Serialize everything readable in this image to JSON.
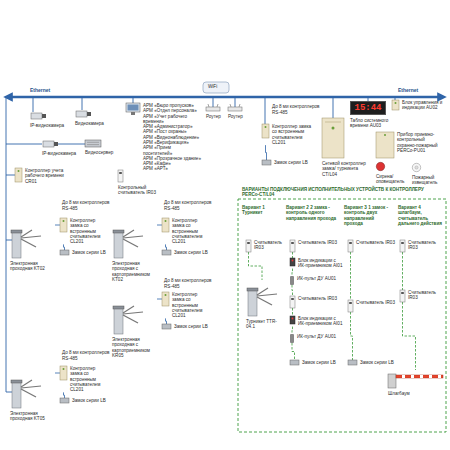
{
  "diagram": {
    "nodes": [
      {
        "text": [
          "IP-видеокамера"
        ]
      },
      {
        "text": [
          "Видеокамера"
        ]
      },
      {
        "text": [
          "IP-видеокамера"
        ]
      },
      {
        "text": [
          "Видеосервер"
        ]
      },
      {
        "text": [
          "Контроллер учета рабочего времени CR01"
        ]
      },
      {
        "text": [
          "АРМ «Бюро пропусков»",
          "АРМ «Отдел персонала»",
          "АРМ «Учет рабочего времени»",
          "АРМ «Администратор»",
          "АРМ «Пост охраны»",
          "АРМ «Видеонаблюдение»",
          "АРМ «Верификация»",
          "АРМ «Прием посетителей»",
          "АРМ «Прозрачное здание»",
          "АРМ «Кафе»",
          "АРМ «АРТ»"
        ]
      },
      {
        "text": [
          "Роутер"
        ]
      },
      {
        "text": [
          "Роутер"
        ]
      },
      {
        "text": [
          "Контрольный считыватель IR03"
        ]
      },
      {
        "text": [
          "Электронная проходная KT02"
        ]
      },
      {
        "text": [
          "Контроллер замка со встроенным считывателем CL201"
        ]
      },
      {
        "text": [
          "Замок серии LB"
        ]
      },
      {
        "text": [
          "Электронная проходная с картоприемником KT02"
        ]
      },
      {
        "text": [
          "Контроллер замка со встроенным считывателем CL201"
        ]
      },
      {
        "text": [
          "Замок серии LB"
        ]
      },
      {
        "text": [
          "Электронная проходная с картоприемником KR05"
        ]
      },
      {
        "text": [
          "Контроллер замка со встроенным считывателем CL201"
        ]
      },
      {
        "text": [
          "Замок серии LB"
        ]
      },
      {
        "text": [
          "Электронная проходная KT05"
        ]
      },
      {
        "text": [
          "Контроллер замка со встроенным считывателем CL201"
        ]
      },
      {
        "text": [
          "Замок серии LB"
        ]
      },
      {
        "text": [
          "Контроллер замка со встроенным считывателем CL201"
        ]
      },
      {
        "text": [
          "Замок серии LB"
        ]
      },
      {
        "text": [
          "Сетевой контроллер замка/ турникета CT/L04"
        ]
      },
      {
        "text": [
          "15:44",
          "Табло системного времени AU03"
        ]
      },
      {
        "text": [
          "Блок управления и индикации AU02"
        ]
      },
      {
        "text": [
          "Прибор приемно-контрольный охранно-пожарный PERCo-PU01"
        ]
      },
      {
        "text": [
          "Сирена/ оповещатель"
        ]
      },
      {
        "text": [
          "Пожарный извещатель"
        ]
      },
      {
        "text": [
          "Считыватель IR03"
        ]
      },
      {
        "text": [
          "Турникет TTR-04.1"
        ]
      },
      {
        "text": [
          "Считыватель IR03"
        ]
      },
      {
        "text": [
          "Блок индикации с ИК-приемником AI01"
        ]
      },
      {
        "text": [
          "ИК-пульт ДУ AU01"
        ]
      },
      {
        "text": [
          "Считыватель IR03"
        ]
      },
      {
        "text": [
          "Блок индикации с ИК-приемником AI01"
        ]
      },
      {
        "text": [
          "ИК-пульт ДУ AU01"
        ]
      },
      {
        "text": [
          "Замок серии LB"
        ]
      },
      {
        "text": [
          "Считыватель IR03"
        ]
      },
      {
        "text": [
          "Считыватель IR03"
        ]
      },
      {
        "text": [
          "Замок серии LB"
        ]
      },
      {
        "text": [
          "Считыватель IR03"
        ]
      },
      {
        "text": [
          "Считыватель IR03"
        ]
      },
      {
        "text": [
          "Шлагбаум"
        ]
      }
    ],
    "edges": [
      {
        "from": 9,
        "to": 10,
        "arrow": "none"
      },
      {
        "from": 10,
        "to": 11,
        "arrow": "none"
      },
      {
        "from": 12,
        "to": 13,
        "arrow": "none"
      },
      {
        "from": 13,
        "to": 14,
        "arrow": "none"
      },
      {
        "from": 15,
        "to": 16,
        "arrow": "none"
      },
      {
        "from": 16,
        "to": 17,
        "arrow": "none"
      },
      {
        "from": 18,
        "to": 19,
        "arrow": "none"
      },
      {
        "from": 19,
        "to": 20,
        "arrow": "none"
      },
      {
        "from": 21,
        "to": 22,
        "arrow": "none"
      },
      {
        "from": 29,
        "to": 30,
        "arrow": "none"
      },
      {
        "from": 31,
        "to": 32,
        "arrow": "none"
      },
      {
        "from": 32,
        "to": 33,
        "arrow": "none"
      },
      {
        "from": 33,
        "to": 34,
        "arrow": "none"
      },
      {
        "from": 34,
        "to": 35,
        "arrow": "none"
      },
      {
        "from": 35,
        "to": 36,
        "arrow": "none"
      },
      {
        "from": 36,
        "to": 37,
        "arrow": "none"
      },
      {
        "from": 38,
        "to": 39,
        "arrow": "none"
      },
      {
        "from": 39,
        "to": 40,
        "arrow": "none"
      },
      {
        "from": 41,
        "to": 42,
        "arrow": "none"
      },
      {
        "from": 42,
        "to": 43,
        "arrow": "none"
      }
    ],
    "labels": [
      "Ethernet",
      "WiFi",
      "Ethernet",
      "До 8 ми контроллеров",
      "RS-485",
      "До 8 ми контроллеров",
      "RS-485",
      "До 8 ми контроллеров",
      "RS-485",
      "До 8 ми контроллеров",
      "RS-485",
      "До 8 ми контроллеров",
      "RS-485",
      "ВАРИАНТЫ ПОДКЛЮЧЕНИЯ ИСПОЛНИТЕЛЬНЫХ УСТРОЙСТВ К КОНТРОЛЛЕРУ PERCo-CT/L04",
      "Вариант 1 Турникет",
      "Вариант 2 2 замка - контроль одного направления прохода",
      "Вариант 3 1 замок - контроль двух направлений прохода",
      "Вариант 4 шлагбаум, считыватель дальнего действия"
    ]
  }
}
